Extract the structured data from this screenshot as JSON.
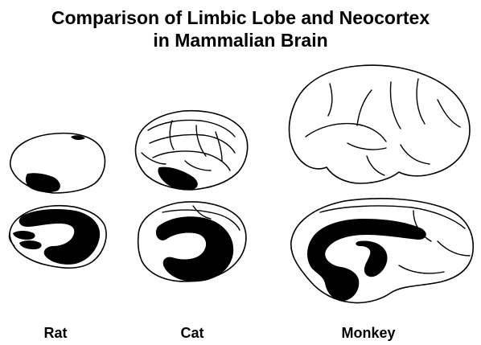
{
  "title": {
    "line1": "Comparison of Limbic Lobe and Neocortex",
    "line2": "in Mammalian Brain"
  },
  "labels": {
    "rat": "Rat",
    "cat": "Cat",
    "monkey": "Monkey"
  },
  "colors": {
    "limbic_lobe": "#000000",
    "neocortex": "#ffffff",
    "outline": "#000000"
  }
}
